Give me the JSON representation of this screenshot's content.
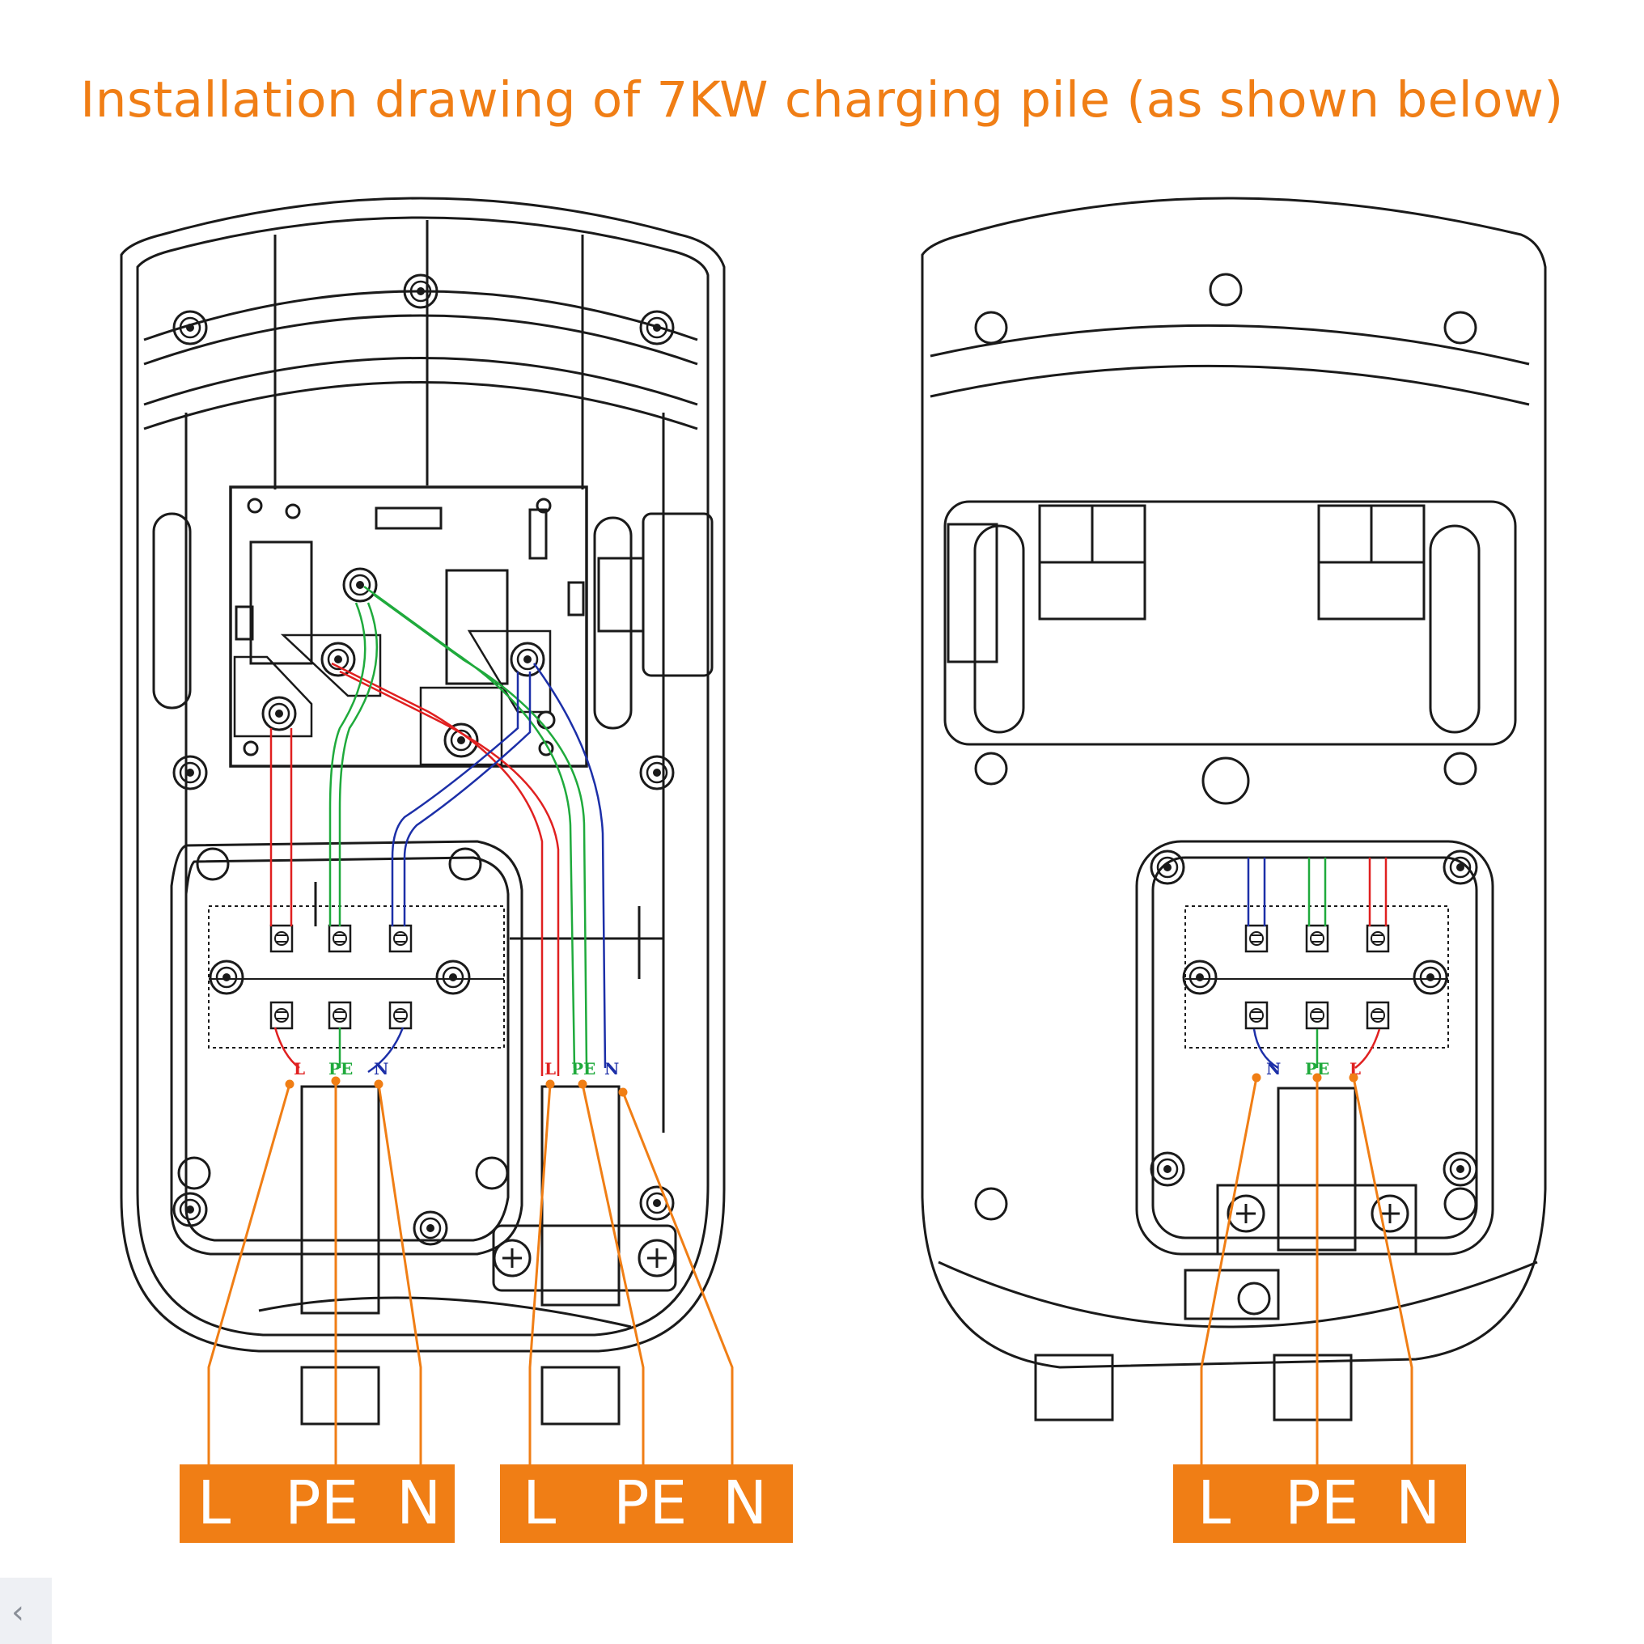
{
  "title": "Installation drawing of 7KW charging pile (as shown below)",
  "label_groups": [
    {
      "labels": [
        "L",
        "PE",
        "N"
      ]
    },
    {
      "labels": [
        "L",
        "PE",
        "N"
      ]
    },
    {
      "labels": [
        "L",
        "PE",
        "N"
      ]
    }
  ],
  "terminal_tags": {
    "left_box": [
      "L",
      "PE",
      "N"
    ],
    "left_side": [
      "L",
      "PE",
      "N"
    ],
    "right_box": [
      "N",
      "PE",
      "L"
    ]
  },
  "colors": {
    "accent": "#f07e15",
    "line_L": "#e02020",
    "line_PE": "#1faa3c",
    "line_N": "#1c2fa8",
    "outline": "#1a1a1a"
  },
  "icons": [
    "chevron-left-icon"
  ]
}
